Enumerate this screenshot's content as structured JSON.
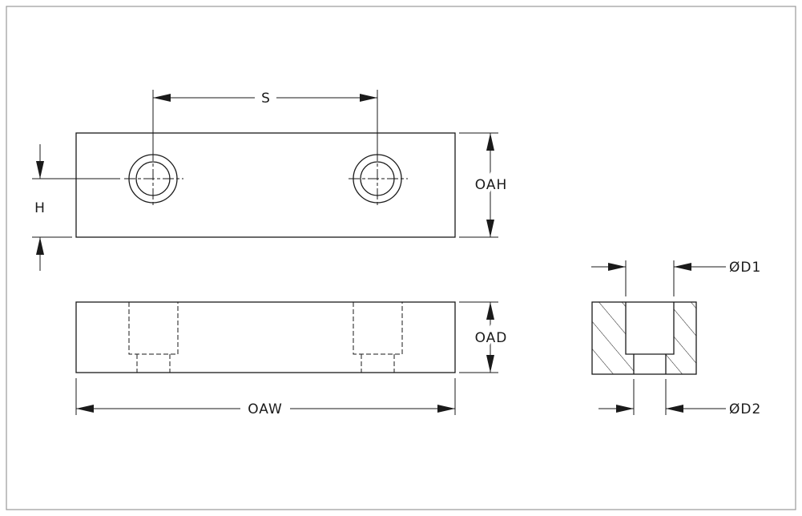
{
  "labels": {
    "spacing": "S",
    "hole_height": "H",
    "overall_height": "OAH",
    "overall_depth": "OAD",
    "overall_width": "OAW",
    "counterbore_diameter": "ØD1",
    "through_hole_diameter": "ØD2"
  }
}
